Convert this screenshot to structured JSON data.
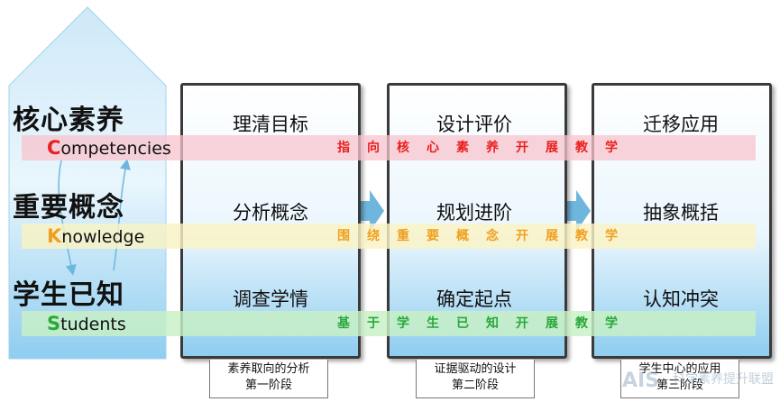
{
  "house": {
    "levels": [
      "核心素养",
      "重要概念",
      "学生已知"
    ]
  },
  "bands": [
    {
      "english_initial": "C",
      "english_rest": "ompetencies",
      "text": "指向核心素养开展教学",
      "color": "#e8201e"
    },
    {
      "english_initial": "K",
      "english_rest": "nowledge",
      "text": "围绕重要概念开展教学",
      "color": "#f0a020"
    },
    {
      "english_initial": "S",
      "english_rest": "tudents",
      "text": "基于学生已知开展教学",
      "color": "#2aa83a"
    }
  ],
  "stages": [
    {
      "items": [
        "理清目标",
        "分析概念",
        "调查学情"
      ],
      "caption_line1": "素养取向的分析",
      "caption_line2": "第一阶段"
    },
    {
      "items": [
        "设计评价",
        "规划进阶",
        "确定起点"
      ],
      "caption_line1": "证据驱动的设计",
      "caption_line2": "第二阶段"
    },
    {
      "items": [
        "迁移应用",
        "抽象概括",
        "认知冲突"
      ],
      "caption_line1": "学生中心的应用",
      "caption_line2": "第三阶段"
    }
  ],
  "watermark": {
    "logo": "AIS",
    "text": "科学素养提升联盟"
  },
  "colors": {
    "arrow": "#6fb6de",
    "house_top": "#ffffff",
    "house_bottom": "#8fcdf0"
  }
}
